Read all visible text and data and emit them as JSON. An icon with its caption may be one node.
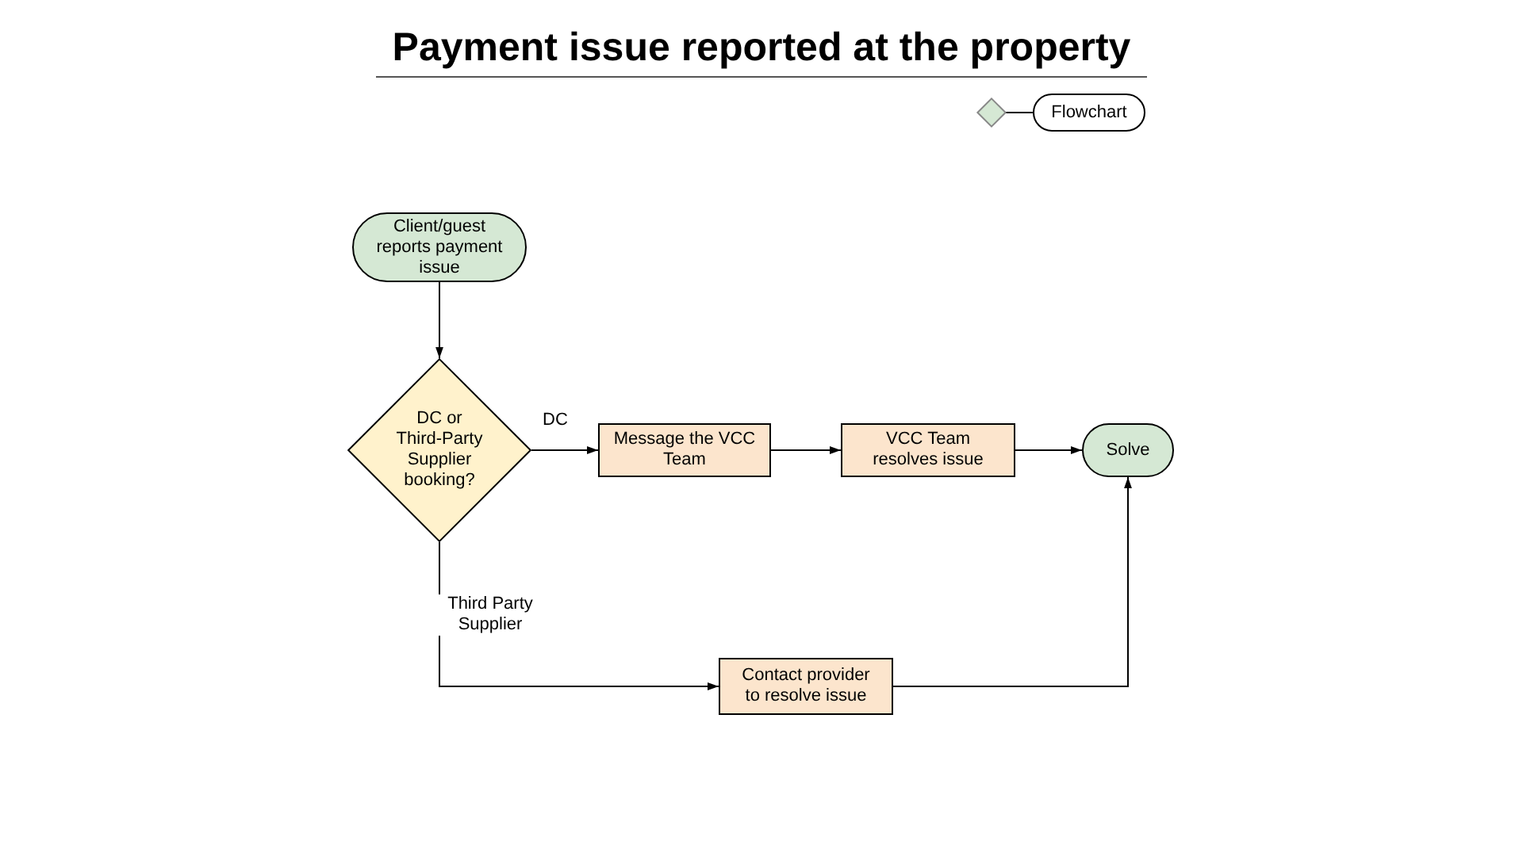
{
  "diagram": {
    "title": "Payment issue reported at the property",
    "nodes": [
      {
        "text": [],
        "shape": "diamond"
      },
      {
        "text": [
          "Flowchart"
        ]
      },
      {
        "text": [
          "Client/guest reports payment issue"
        ]
      },
      {
        "text": [
          "DC or Third-Party Supplier booking?"
        ]
      },
      {
        "text": [
          "Message the VCC Team"
        ]
      },
      {
        "text": [
          "VCC Team resolves issue"
        ]
      },
      {
        "text": [
          "Solve"
        ]
      },
      {
        "text": [
          "Contact provider to resolve issue"
        ]
      }
    ],
    "edges": [
      {
        "from": 0,
        "to": 1,
        "arrow": "none"
      },
      {
        "from": 2,
        "to": 3,
        "arrow": "to"
      },
      {
        "from": 3,
        "to": 4,
        "arrow": "to",
        "label": "DC"
      },
      {
        "from": 4,
        "to": 5,
        "arrow": "to"
      },
      {
        "from": 5,
        "to": 6,
        "arrow": "to"
      },
      {
        "from": 3,
        "to": 7,
        "arrow": "to",
        "label": "Third Party Supplier"
      },
      {
        "from": 7,
        "to": 6,
        "arrow": "to"
      }
    ]
  }
}
